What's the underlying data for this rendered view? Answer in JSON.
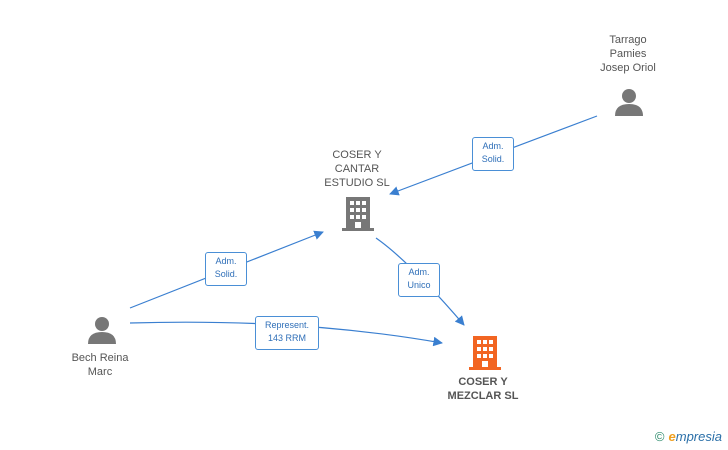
{
  "nodes": {
    "coser_cantar": {
      "lines": [
        "COSER Y",
        "CANTAR",
        "ESTUDIO  SL"
      ],
      "type": "company"
    },
    "coser_mezclar": {
      "lines": [
        "COSER Y",
        "MEZCLAR  SL"
      ],
      "type": "company-main"
    },
    "tarrago": {
      "lines": [
        "Tarrago",
        "Pamies",
        "Josep Oriol"
      ],
      "type": "person"
    },
    "bech": {
      "lines": [
        "Bech Reina",
        "Marc"
      ],
      "type": "person"
    }
  },
  "edges": {
    "tarrago_to_cantar": {
      "lines": [
        "Adm.",
        "Solid."
      ]
    },
    "bech_to_cantar": {
      "lines": [
        "Adm.",
        "Solid."
      ]
    },
    "cantar_to_mezclar": {
      "lines": [
        "Adm.",
        "Unico"
      ]
    },
    "bech_to_mezclar": {
      "lines": [
        "Represent.",
        "143 RRM"
      ]
    }
  },
  "colors": {
    "edge": "#3a7fd0",
    "person_icon": "#777777",
    "company_icon": "#777777",
    "main_company_icon": "#f26522"
  },
  "footer": {
    "copyright_symbol": "©",
    "brand_first": "e",
    "brand_rest": "mpresia"
  }
}
